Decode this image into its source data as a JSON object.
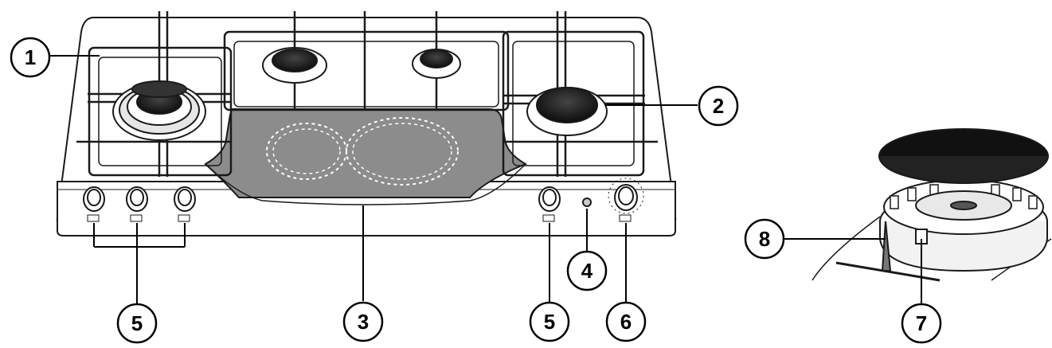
{
  "callouts": [
    {
      "id": "c1",
      "label": "1"
    },
    {
      "id": "c2",
      "label": "2"
    },
    {
      "id": "c3",
      "label": "3"
    },
    {
      "id": "c4",
      "label": "4"
    },
    {
      "id": "c5a",
      "label": "5"
    },
    {
      "id": "c5b",
      "label": "5"
    },
    {
      "id": "c6",
      "label": "6"
    },
    {
      "id": "c7",
      "label": "7"
    },
    {
      "id": "c8",
      "label": "8"
    }
  ],
  "colors": {
    "ceramic_glass": "#8c8c8c",
    "burner_cap": "#222222",
    "outline": "#1a1a1a",
    "surface": "#ffffff"
  }
}
